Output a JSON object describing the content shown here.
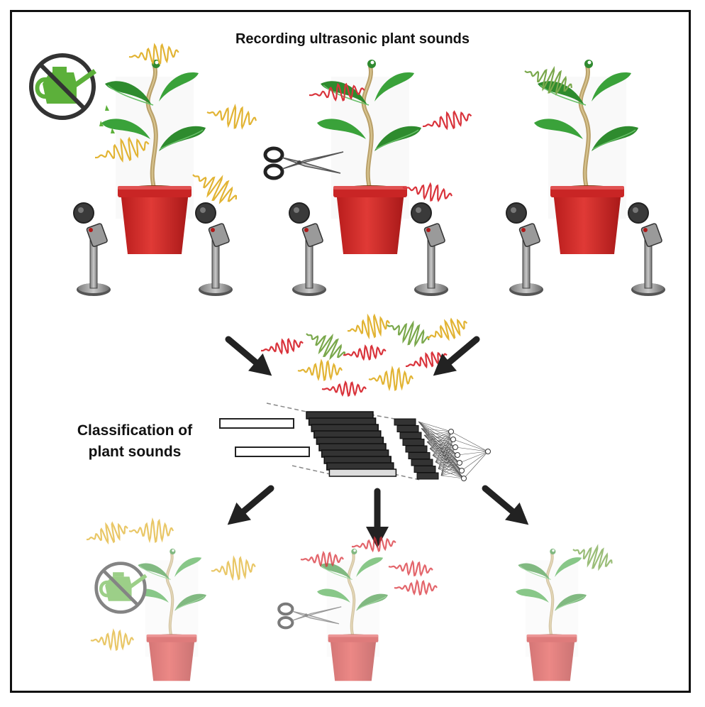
{
  "header": {
    "title": "Recording ultrasonic plant sounds"
  },
  "classifier": {
    "label_line1": "Classification of",
    "label_line2": "plant sounds"
  },
  "colors": {
    "drought_wave": "#e2b434",
    "cut_wave": "#d9333b",
    "control_wave": "#7aa84c",
    "pot": "#d42a2a",
    "leaf": "#3a9a3a",
    "stem": "#b9a06a",
    "border": "#111111",
    "arrow": "#222222"
  },
  "icons": [
    "no-watering-icon",
    "scissors-icon",
    "microphone-icon",
    "neural-network-icon",
    "arrow-icon"
  ],
  "groups": [
    "drought-stressed",
    "cut",
    "control"
  ]
}
